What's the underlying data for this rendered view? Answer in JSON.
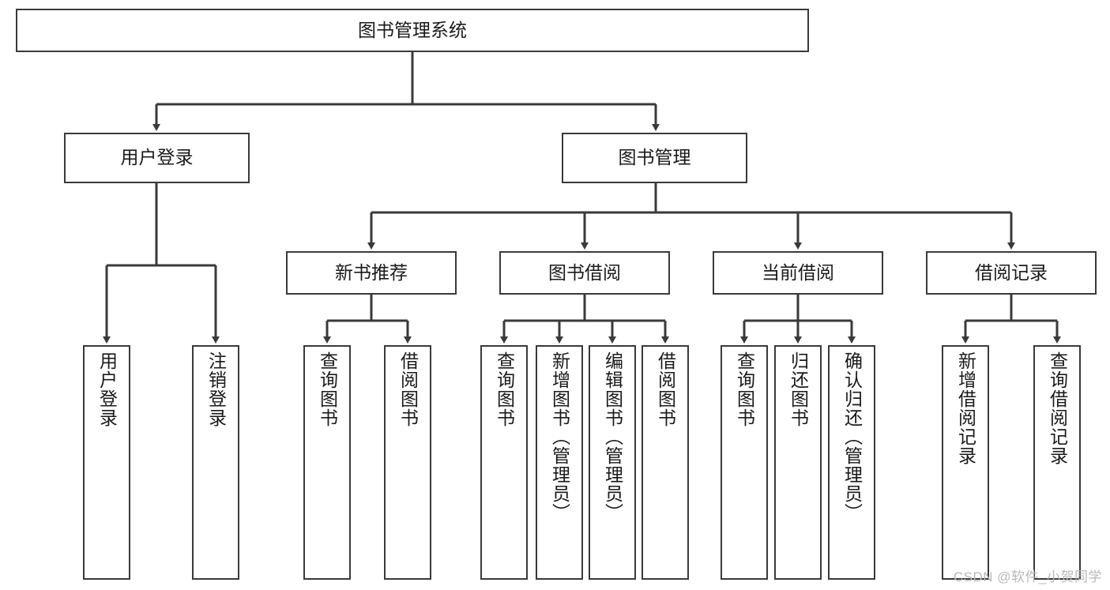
{
  "diagram": {
    "title": "图书管理系统",
    "watermark": "CSDN @软件_小贺同学",
    "stroke_color": "#3a3a3a",
    "text_color": "#1a1a1a",
    "background_color": "#ffffff",
    "watermark_color": "#b8b8b8",
    "root": {
      "label": "图书管理系统"
    },
    "level2": [
      {
        "label": "用户登录"
      },
      {
        "label": "图书管理"
      }
    ],
    "level3": [
      {
        "label": "新书推荐"
      },
      {
        "label": "图书借阅"
      },
      {
        "label": "当前借阅"
      },
      {
        "label": "借阅记录"
      }
    ],
    "leaves": {
      "user_login": [
        {
          "label": "用户登录"
        },
        {
          "label": "注销登录"
        }
      ],
      "new_book_recommend": [
        {
          "label": "查询图书"
        },
        {
          "label": "借阅图书"
        }
      ],
      "book_borrow": [
        {
          "label": "查询图书"
        },
        {
          "label": "新增图书（管理员）"
        },
        {
          "label": "编辑图书（管理员）"
        },
        {
          "label": "借阅图书"
        }
      ],
      "current_borrow": [
        {
          "label": "查询图书"
        },
        {
          "label": "归还图书"
        },
        {
          "label": "确认归还（管理员）"
        }
      ],
      "borrow_record": [
        {
          "label": "新增借阅记录"
        },
        {
          "label": "查询借阅记录"
        }
      ]
    }
  }
}
